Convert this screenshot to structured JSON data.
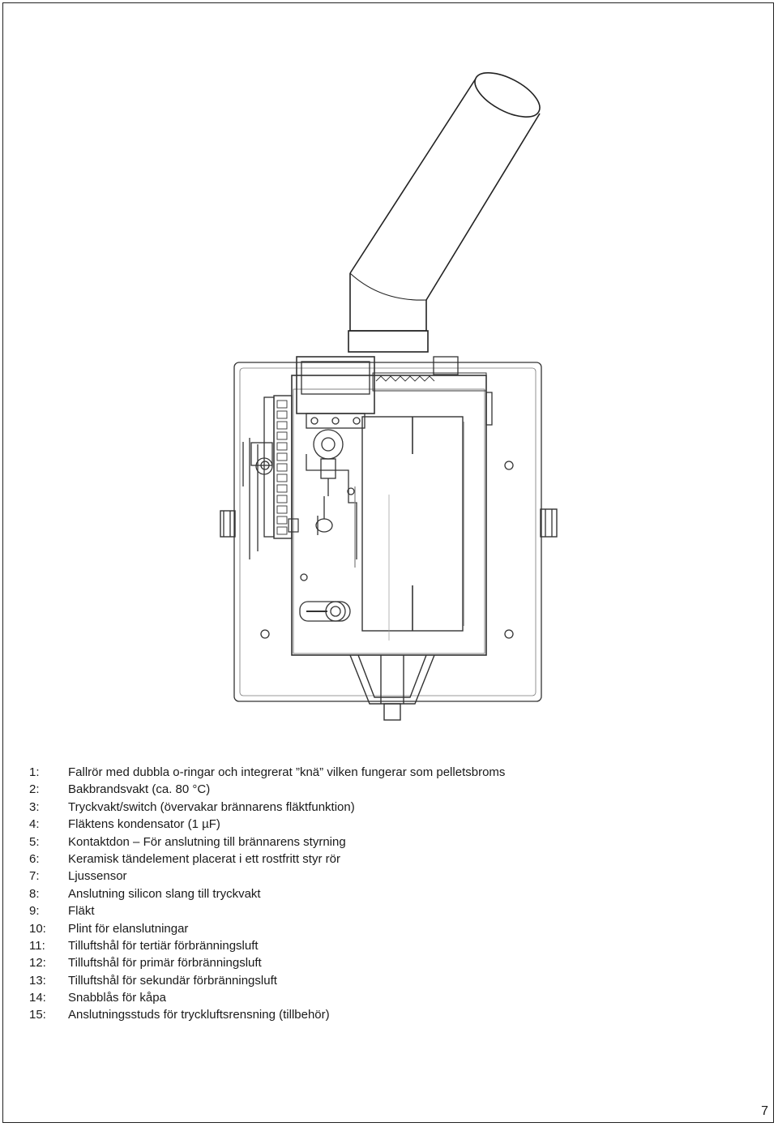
{
  "legend": [
    {
      "num": "1:",
      "text": "Fallrör med dubbla o-ringar och integrerat ”knä” vilken fungerar som pelletsbroms"
    },
    {
      "num": "2:",
      "text": "Bakbrandsvakt (ca. 80 °C)"
    },
    {
      "num": "3:",
      "text": "Tryckvakt/switch (övervakar brännarens fläktfunktion)"
    },
    {
      "num": "4:",
      "text": "Fläktens kondensator (1 µF)"
    },
    {
      "num": "5:",
      "text": "Kontaktdon – För anslutning till brännarens styrning"
    },
    {
      "num": "6:",
      "text": "Keramisk tändelement placerat i ett rostfritt styr rör"
    },
    {
      "num": "7:",
      "text": "Ljussensor"
    },
    {
      "num": "8:",
      "text": "Anslutning silicon slang till tryckvakt"
    },
    {
      "num": "9:",
      "text": "Fläkt"
    },
    {
      "num": "10:",
      "text": "Plint för elanslutningar"
    },
    {
      "num": "11:",
      "text": "Tilluftshål för tertiär förbränningsluft"
    },
    {
      "num": "12:",
      "text": "Tilluftshål för primär förbränningsluft"
    },
    {
      "num": "13:",
      "text": "Tilluftshål för sekundär förbränningsluft"
    },
    {
      "num": "14:",
      "text": "Snabblås för kåpa"
    },
    {
      "num": "15:",
      "text": "Anslutningsstuds för tryckluftsrensning (tillbehör)"
    }
  ],
  "page_number": "7"
}
